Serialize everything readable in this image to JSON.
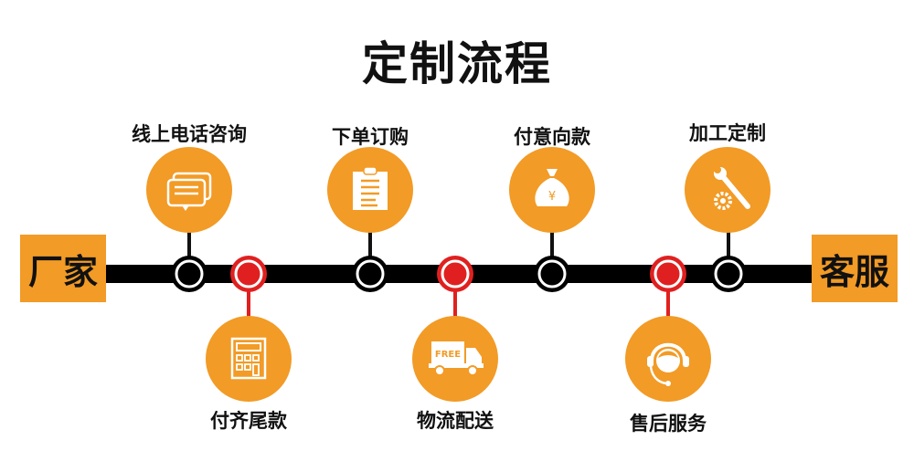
{
  "title": "定制流程",
  "ends": {
    "left": "厂家",
    "right": "客服"
  },
  "colors": {
    "accent": "#F29B26",
    "line": "#000000",
    "red": "#E02020"
  },
  "steps_top": [
    {
      "label": "线上电话咨询",
      "icon": "chat-bubbles-icon"
    },
    {
      "label": "下单订购",
      "icon": "clipboard-icon"
    },
    {
      "label": "付意向款",
      "icon": "money-bag-icon"
    },
    {
      "label": "加工定制",
      "icon": "wrench-gear-icon"
    }
  ],
  "steps_bottom": [
    {
      "label": "付齐尾款",
      "icon": "calculator-icon"
    },
    {
      "label": "物流配送",
      "icon": "delivery-truck-icon",
      "icon_text": "FREE"
    },
    {
      "label": "售后服务",
      "icon": "headset-agent-icon"
    }
  ]
}
